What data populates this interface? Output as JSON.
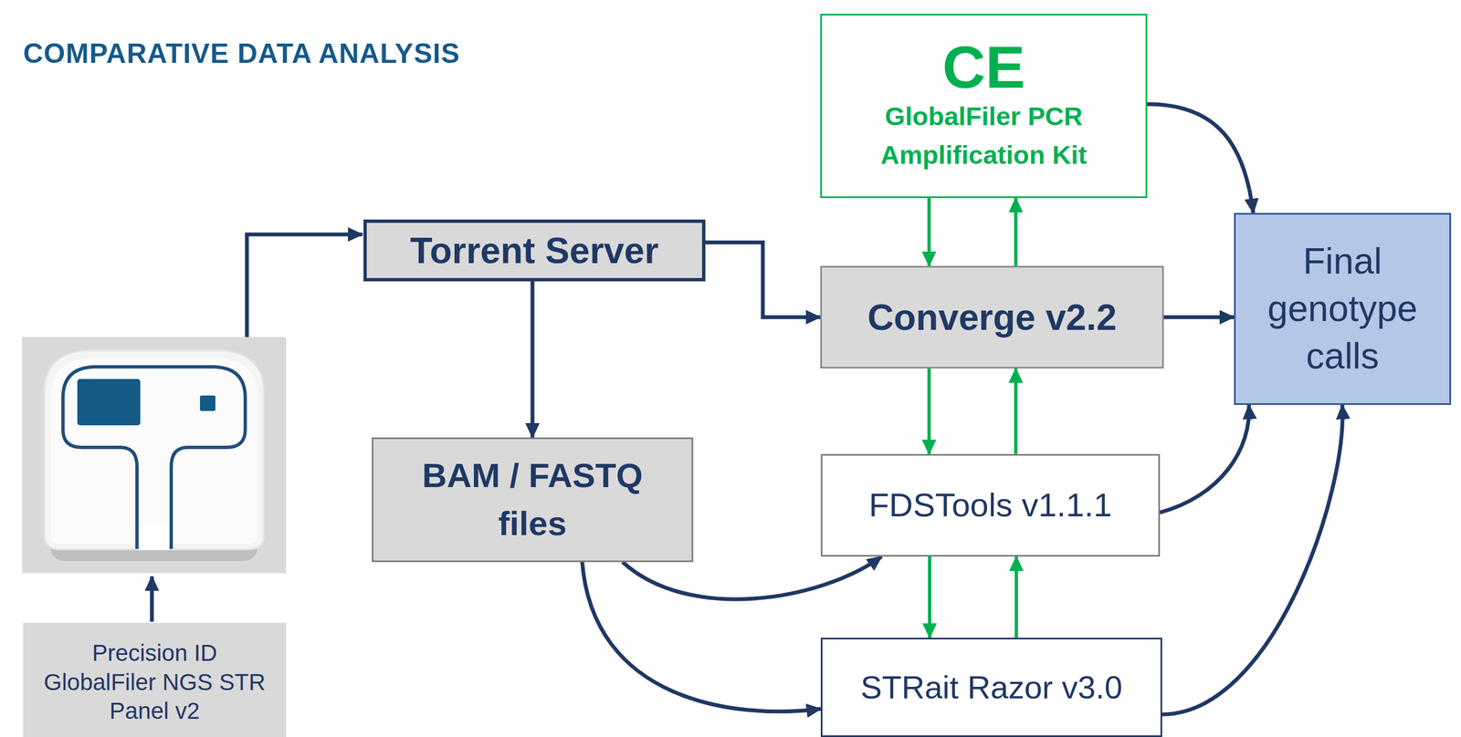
{
  "diagram": {
    "title": "COMPARATIVE DATA ANALYSIS",
    "nodes": [
      {
        "text": [
          "CE",
          "GlobalFiler PCR Amplification Kit"
        ]
      },
      {
        "text": [
          "Torrent Server"
        ]
      },
      {
        "text": [
          "Converge v2.2"
        ]
      },
      {
        "text": [
          "Final genotype calls"
        ]
      },
      {
        "text": [
          "BAM / FASTQ files"
        ]
      },
      {
        "text": [
          "FDSTools v1.1.1"
        ]
      },
      {
        "text": [
          "STRait Razor v3.0"
        ]
      },
      {
        "text": [
          "Precision ID GlobalFiler NGS STR Panel v2"
        ]
      }
    ],
    "edges": [
      {
        "from": 1,
        "to": 2,
        "arrow": "to"
      },
      {
        "from": 1,
        "to": 4,
        "arrow": "to"
      },
      {
        "from": 0,
        "to": 2,
        "arrow": "to"
      },
      {
        "from": 2,
        "to": 0,
        "arrow": "to"
      },
      {
        "from": 2,
        "to": 5,
        "arrow": "to"
      },
      {
        "from": 5,
        "to": 2,
        "arrow": "to"
      },
      {
        "from": 5,
        "to": 6,
        "arrow": "to"
      },
      {
        "from": 6,
        "to": 5,
        "arrow": "to"
      },
      {
        "from": 0,
        "to": 3,
        "arrow": "to"
      },
      {
        "from": 2,
        "to": 3,
        "arrow": "to"
      },
      {
        "from": 5,
        "to": 3,
        "arrow": "to"
      },
      {
        "from": 6,
        "to": 3,
        "arrow": "to"
      },
      {
        "from": 4,
        "to": 5,
        "arrow": "to"
      },
      {
        "from": 4,
        "to": 6,
        "arrow": "to"
      }
    ]
  }
}
